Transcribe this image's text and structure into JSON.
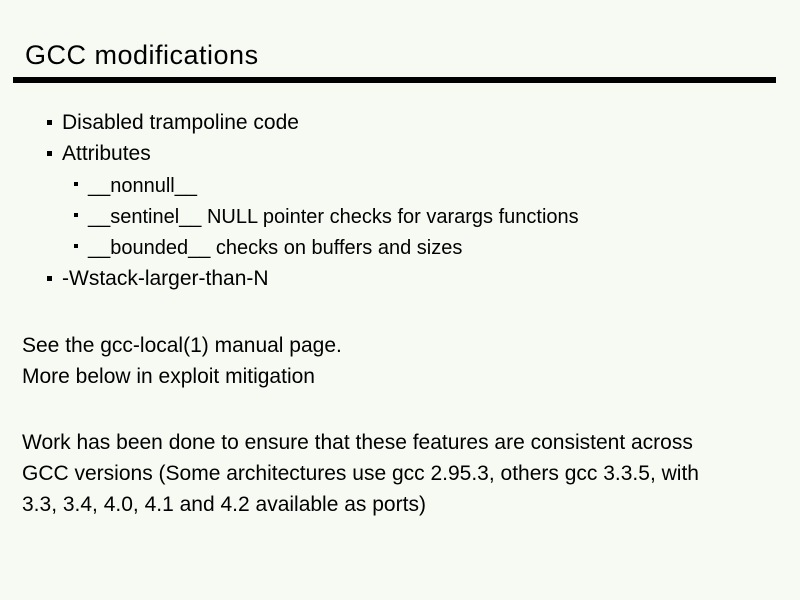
{
  "slide": {
    "title": "GCC modifications",
    "bullets": [
      {
        "level": 1,
        "text": "Disabled trampoline code"
      },
      {
        "level": 1,
        "text": "Attributes"
      },
      {
        "level": 2,
        "text": "__nonnull__"
      },
      {
        "level": 2,
        "text": "__sentinel__ NULL pointer checks for varargs functions"
      },
      {
        "level": 2,
        "text": "__bounded__ checks on buffers and sizes"
      },
      {
        "level": 1,
        "text": "-Wstack-larger-than-N"
      }
    ],
    "notes": [
      "See the gcc-local(1) manual page.",
      "More below in exploit mitigation"
    ],
    "body_lines": [
      "Work has been done to ensure that these features are consistent across",
      "GCC versions (Some architectures use gcc 2.95.3, others gcc 3.3.5, with",
      "3.3, 3.4, 4.0, 4.1 and 4.2 available as ports)"
    ],
    "colors": {
      "background": "#f6faf3",
      "text": "#000000",
      "rule": "#000000"
    }
  }
}
